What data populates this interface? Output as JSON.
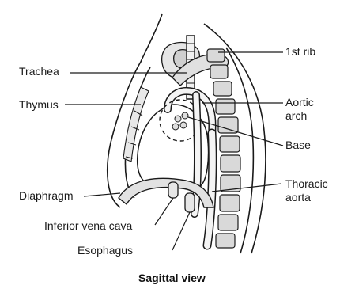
{
  "labels": {
    "trachea": "Trachea",
    "first_rib": "1st rib",
    "thymus": "Thymus",
    "aortic_arch_1": "Aortic",
    "aortic_arch_2": "arch",
    "base": "Base",
    "diaphragm": "Diaphragm",
    "thoracic_aorta_1": "Thoracic",
    "thoracic_aorta_2": "aorta",
    "inferior_vena_cava": "Inferior vena cava",
    "esophagus": "Esophagus"
  },
  "caption": "Sagittal view"
}
